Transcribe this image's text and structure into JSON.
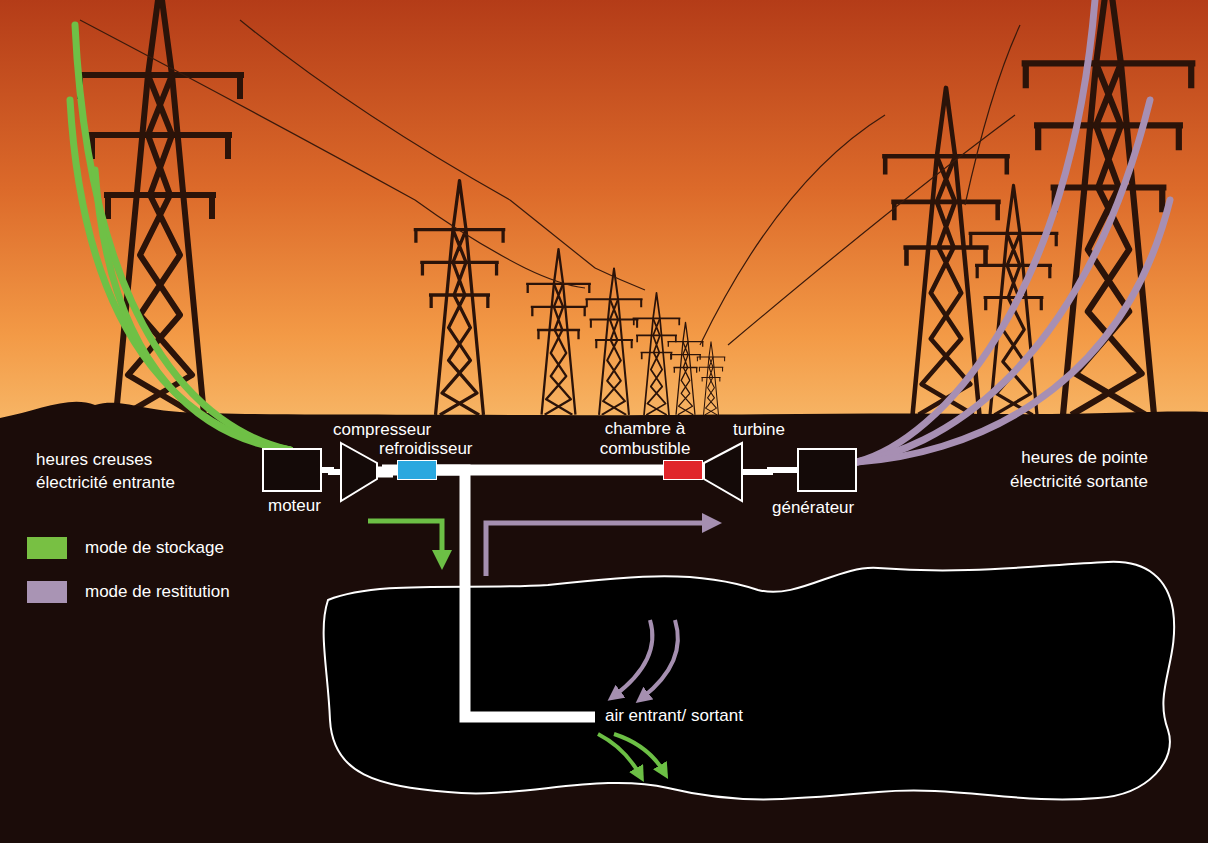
{
  "diagram": {
    "nodes": [
      {
        "text": [
          "moteur"
        ]
      },
      {
        "text": [
          "compresseur"
        ]
      },
      {
        "text": [
          "refroidisseur"
        ]
      },
      {
        "text": [
          "chambre à combustible"
        ]
      },
      {
        "text": [
          "turbine"
        ]
      },
      {
        "text": [
          "générateur"
        ]
      },
      {
        "text": [
          "air entrant/ sortant"
        ]
      }
    ],
    "edges": [
      {
        "from": 0,
        "to": 1,
        "arrow": "none"
      },
      {
        "from": 1,
        "to": 2,
        "arrow": "none"
      },
      {
        "from": 2,
        "to": 3,
        "arrow": "none"
      },
      {
        "from": 3,
        "to": 4,
        "arrow": "none"
      },
      {
        "from": 4,
        "to": 5,
        "arrow": "none"
      },
      {
        "from": 2,
        "to": 6,
        "arrow": "none"
      }
    ],
    "labels": [
      "heures creuses",
      "électricité entrante",
      "heures de pointe",
      "électricité sortante"
    ],
    "legend": [
      {
        "text": "mode de stockage",
        "color": "#78c043"
      },
      {
        "text": "mode de restitution",
        "color": "#a994b4"
      }
    ]
  }
}
